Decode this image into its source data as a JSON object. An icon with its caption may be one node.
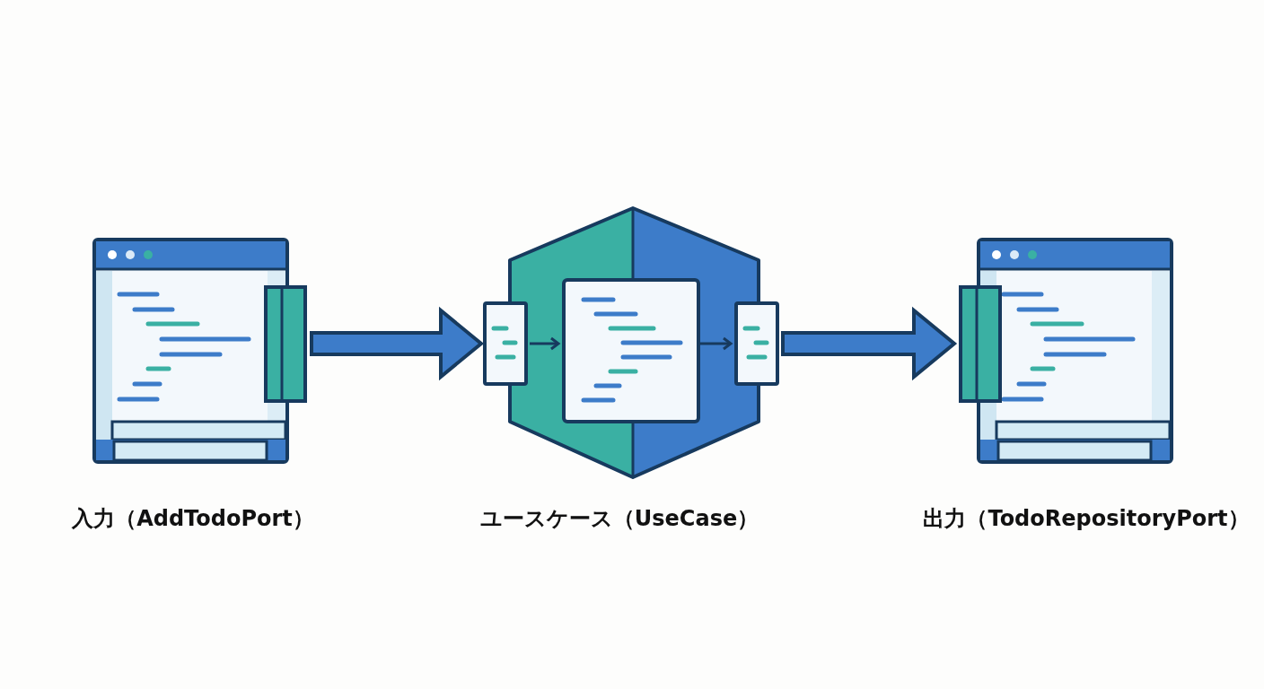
{
  "diagram": {
    "nodes": [
      {
        "text": [
          "入力（AddTodoPort）"
        ]
      },
      {
        "text": [
          "ユースケース（UseCase）"
        ]
      },
      {
        "text": [
          "出力（TodoRepositoryPort）"
        ]
      }
    ],
    "edges": [
      {
        "from": 0,
        "to": 1,
        "arrow": "to"
      },
      {
        "from": 1,
        "to": 2,
        "arrow": "to"
      }
    ]
  }
}
